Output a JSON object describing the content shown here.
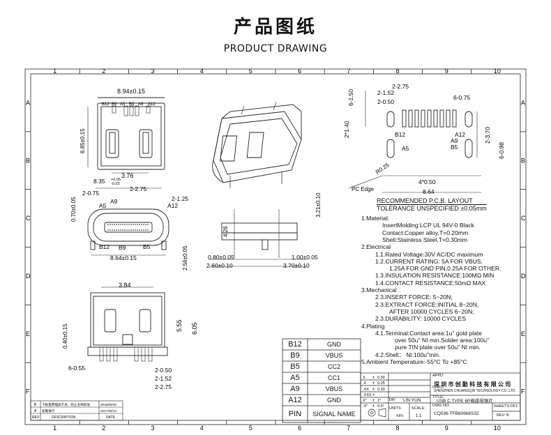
{
  "header": {
    "title_cn": "产品图纸",
    "title_en": "PRODUCT DRAWING"
  },
  "grid": {
    "cols": [
      "1",
      "2",
      "3",
      "4",
      "5",
      "6",
      "7",
      "8",
      "9",
      "10"
    ],
    "rows": [
      "A",
      "B",
      "C",
      "D",
      "E",
      "F"
    ]
  },
  "dims": {
    "d1": "8.94±0.15",
    "d2": "6.85±0.15",
    "d3": "3.76",
    "d4": "B12",
    "d5": "B9",
    "d6": "A5",
    "d7": "B5",
    "d8": "A9",
    "d9": "A12",
    "d10": "8.35",
    "d10a": "+0.05",
    "d10b": "-0.03",
    "d11": "2-0.75",
    "d12": "2-2.75",
    "d13": "2-1.25",
    "d14": "0.70±0.05",
    "d15": "A5",
    "d16": "A9",
    "d17": "A12",
    "d18": "B12",
    "d19": "B9",
    "d20": "B5",
    "d21": "8.64±0.15",
    "d22": "2.56±0.05",
    "d23": "3.21±0.10",
    "d24": "4.26",
    "d25": "0.80±0.05",
    "d26": "1.00±0.05",
    "d27": "2.60±0.10",
    "d28": "3.70±0.10",
    "d29": "3.84",
    "d30": "5.55",
    "d31": "6.05",
    "d32": "0.40±0.15",
    "d33": "6-0.55",
    "d34": "2-0.50",
    "d35": "2-1.52",
    "d36": "2-2.75",
    "p1": "2-2.75",
    "p2": "2-1.52",
    "p3": "2-0.50",
    "p4": "6-1.50",
    "p5": "6-0.75",
    "p6": "2*1.40",
    "p7": "B12",
    "p8": "A5",
    "p9": "A12",
    "p10": "A9",
    "p11": "B5",
    "p12": "2-3.70",
    "p13": "6-0.98",
    "p14": "R0.25",
    "p15": "PC Edge",
    "p16": "4*0.50",
    "p17": "8.64"
  },
  "recommend": {
    "line1": "RECOMMENDED  P.C.B.  LAYOUT",
    "line2": "TOLERANCE UNSPECIFIED ±0.05mm"
  },
  "specs": [
    "1.Material:",
    "InsertMolding:LCP UL 94V-0 Black",
    "Contact:Copper alloy,T=0.20mm",
    "Shell:Stainless Steel,T=0.30mm",
    "2.Electrical",
    "1.1.Rated Voltage:30V AC/DC maximum",
    "1.2.CURRENT RATING: 5A FOR VBUS,",
    "1.25A FOR GND PIN,0.25A FOR OTHER.",
    "1.3.INSULATION RESISTANCE:100MΩ MIN",
    "1.4.CONTACT RESISTANCE:50mΩ MAX",
    "3.Mechanical",
    "2.3.INSERT FORCE: 5~20N;",
    "2.3.EXTRACT FORCE:INITIAL 8~20N,",
    "AFTER 10000 CYCLES 6~20N;",
    "2.3.DURABILITY:  10000 CYCLES",
    "4.Plating",
    "4.1.Terminal:Contact area:1u\" gold plate",
    "over 50u\" NI min.Solder area:100u\"",
    "pure TIN plate over 50u\" NI min.",
    "4.2.Shell： Ni:100u\"min.",
    "5.Ambient Temperature:-55°C To +85°C"
  ],
  "pins": [
    {
      "pin": "B12",
      "name": "GND"
    },
    {
      "pin": "B9",
      "name": "VBUS"
    },
    {
      "pin": "B5",
      "name": "CC2"
    },
    {
      "pin": "A5",
      "name": "CC1"
    },
    {
      "pin": "A9",
      "name": "VBUS"
    },
    {
      "pin": "A12",
      "name": "GND"
    }
  ],
  "pin_header": {
    "pin": "PIN",
    "name": "SIGNAL NAME"
  },
  "tolerance": [
    {
      "k": "X.",
      "v": "±",
      "t": "0.30"
    },
    {
      "k": ".X",
      "v": "±",
      "t": "0.25"
    },
    {
      "k": ".XX",
      "v": "±",
      "t": "0.20"
    },
    {
      "k": ".XXX",
      "v": "±",
      "t": ""
    },
    {
      "k": "X°",
      "v": "±",
      "t": "1°"
    },
    {
      "k": ".X°",
      "v": "±",
      "t": "0.5°"
    }
  ],
  "titleblock": {
    "appd": "APPD:",
    "chkd": "CHKD:",
    "dr": "DR:",
    "drawer": "LIN YUN",
    "units": "UNITS:",
    "units_v": "mm",
    "scale": "SCALE:",
    "scale_v": "1:1",
    "company_cn": "深 圳 市 创 勤 科 技 有 限 公 司",
    "company_en": "SHENZHEN CHUANGQIN TECHNOLOGY CO.,LTD.",
    "title_lbl": "TITLE:",
    "title_v": "USB C TYPE 6P母座带弹片",
    "dwg_lbl": "DWG NO:",
    "dwg_v": "CQ036-TFB60668S32",
    "sheets": "SHEETS:OF1",
    "rev": "REV: B"
  },
  "revisions": [
    {
      "rev": "B",
      "desc": "下板金原理加卡点，防止主体松动",
      "date": "2019/08/26"
    },
    {
      "rev": "A",
      "desc": "初版发行",
      "date": "2017/09/13"
    }
  ],
  "rev_header": {
    "rev": "REV",
    "desc": "DESCRIPTION",
    "date": "DATE"
  }
}
